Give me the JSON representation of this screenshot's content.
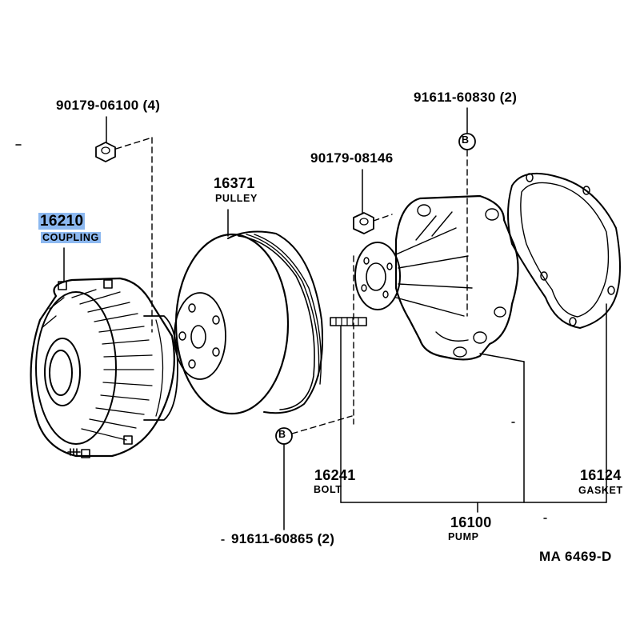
{
  "diagram": {
    "figure_ref": "MA  6469-D",
    "highlight_color": "#8cb8f0",
    "bolt_marker": "B",
    "parts": {
      "coupling": {
        "number": "16210",
        "name": "COUPLING"
      },
      "pulley": {
        "number": "16371",
        "name": "PULLEY"
      },
      "bolt": {
        "number": "16241",
        "name": "BOLT"
      },
      "gasket": {
        "number": "16124",
        "name": "GASKET"
      },
      "pump": {
        "number": "16100",
        "name": "PUMP"
      },
      "nut_coupling": {
        "number": "90179-06100 (4)"
      },
      "nut_pump": {
        "number": "90179-08146"
      },
      "stud_upper": {
        "number": "91611-60830 (2)"
      },
      "stud_lower": {
        "number": "91611-60865 (2)"
      }
    }
  }
}
